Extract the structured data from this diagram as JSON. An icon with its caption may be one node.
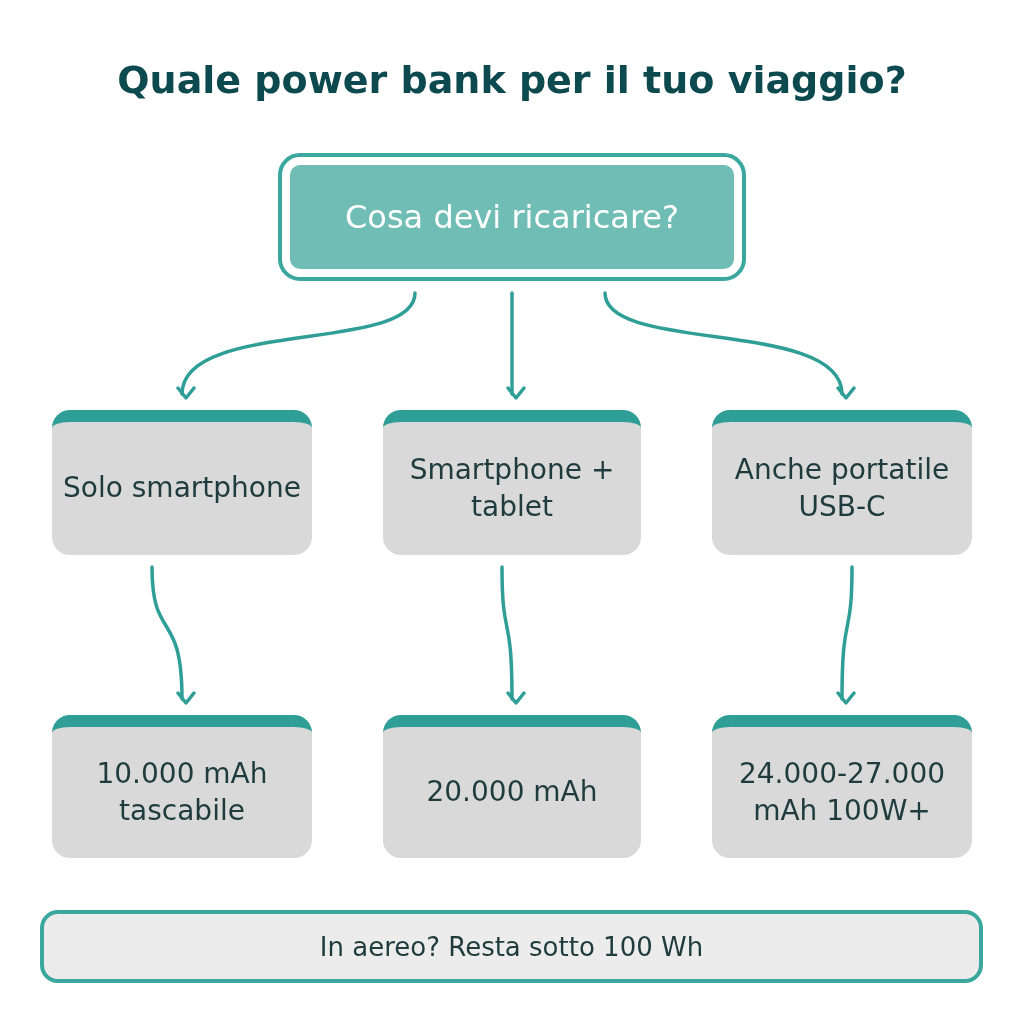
{
  "diagram": {
    "title": "Quale power bank per il tuo viaggio?",
    "nodes": [
      {
        "text": [
          "Cosa devi ricaricare?"
        ]
      },
      {
        "text": [
          "Solo smartphone"
        ]
      },
      {
        "text": [
          "Smartphone + tablet"
        ]
      },
      {
        "text": [
          "Anche portatile USB-C"
        ]
      },
      {
        "text": [
          "10.000 mAh tascabile"
        ]
      },
      {
        "text": [
          "20.000 mAh"
        ]
      },
      {
        "text": [
          "24.000-27.000 mAh 100W+"
        ]
      },
      {
        "text": [
          "In aereo? Resta sotto 100 Wh"
        ]
      }
    ],
    "edges": [
      {
        "from": 0,
        "to": 1,
        "arrow": "to"
      },
      {
        "from": 0,
        "to": 2,
        "arrow": "to"
      },
      {
        "from": 0,
        "to": 3,
        "arrow": "to"
      },
      {
        "from": 1,
        "to": 4,
        "arrow": "to"
      },
      {
        "from": 2,
        "to": 5,
        "arrow": "to"
      },
      {
        "from": 3,
        "to": 6,
        "arrow": "to"
      }
    ]
  }
}
